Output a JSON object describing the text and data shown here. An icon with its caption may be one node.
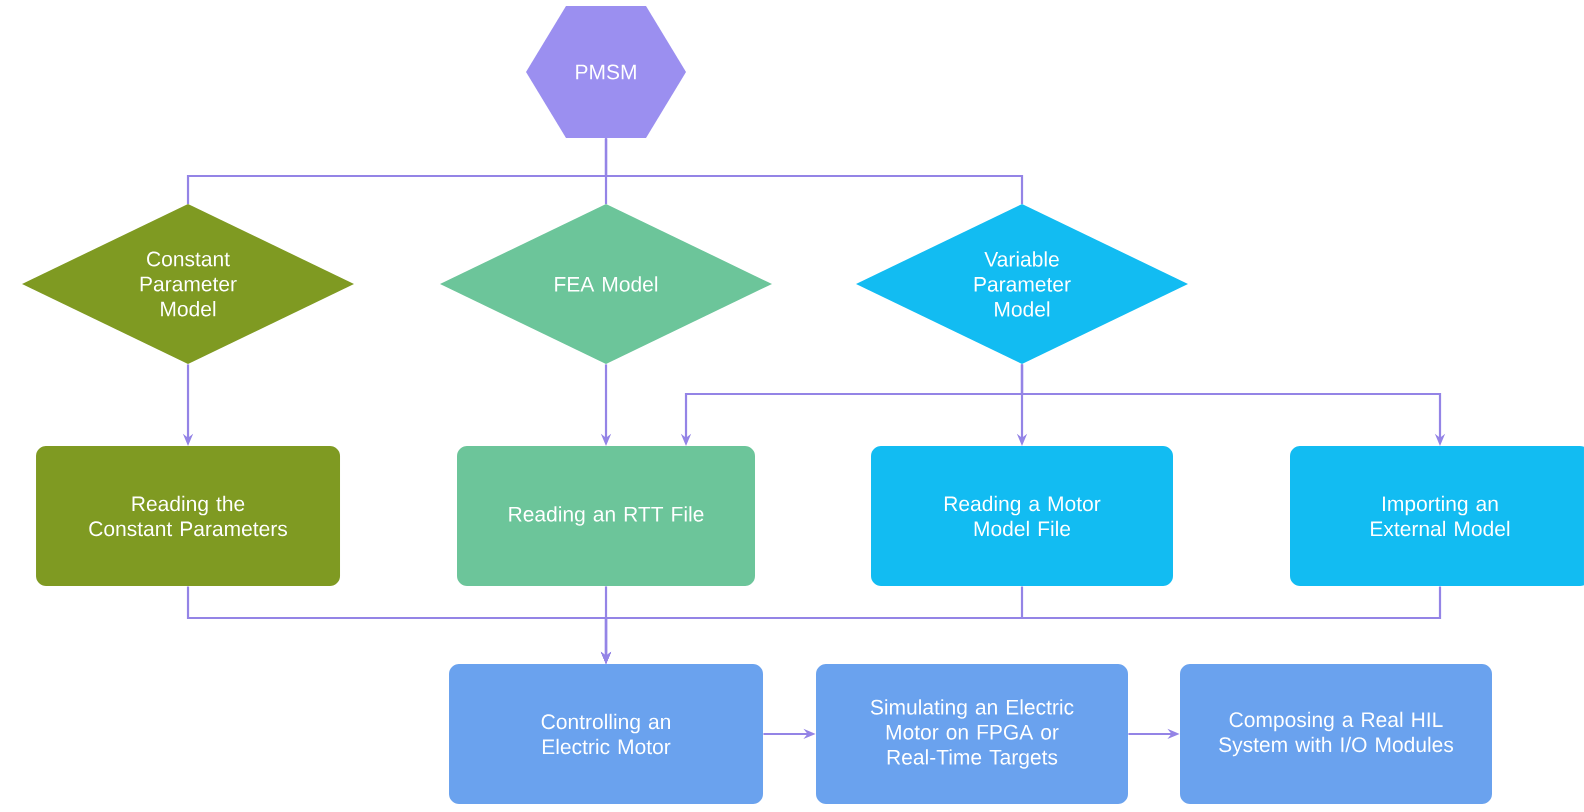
{
  "diagram": {
    "nodes": [
      {
        "text": [
          "PMSM"
        ]
      },
      {
        "text": [
          "Constant Parameter Model"
        ]
      },
      {
        "text": [
          "FEA Model"
        ]
      },
      {
        "text": [
          "Variable Parameter Model"
        ]
      },
      {
        "text": [
          "Reading the Constant Parameters"
        ]
      },
      {
        "text": [
          "Reading an RTT File"
        ]
      },
      {
        "text": [
          "Reading a Motor Model File"
        ]
      },
      {
        "text": [
          "Importing an External Model"
        ]
      },
      {
        "text": [
          "Controlling an Electric Motor"
        ]
      },
      {
        "text": [
          "Simulating an Electric Motor on FPGA or Real-Time Targets"
        ]
      },
      {
        "text": [
          "Composing a Real HIL System with I/O Modules"
        ]
      }
    ],
    "edges": [
      {
        "from": 0,
        "to": 1,
        "arrow": "none"
      },
      {
        "from": 0,
        "to": 2,
        "arrow": "none"
      },
      {
        "from": 0,
        "to": 3,
        "arrow": "none"
      },
      {
        "from": 1,
        "to": 4,
        "arrow": "to"
      },
      {
        "from": 2,
        "to": 5,
        "arrow": "to"
      },
      {
        "from": 3,
        "to": 5,
        "arrow": "to"
      },
      {
        "from": 3,
        "to": 6,
        "arrow": "to"
      },
      {
        "from": 3,
        "to": 7,
        "arrow": "to"
      },
      {
        "from": 4,
        "to": 8,
        "arrow": "to"
      },
      {
        "from": 5,
        "to": 8,
        "arrow": "to"
      },
      {
        "from": 6,
        "to": 8,
        "arrow": "to"
      },
      {
        "from": 7,
        "to": 8,
        "arrow": "to"
      },
      {
        "from": 8,
        "to": 9,
        "arrow": "to"
      },
      {
        "from": 9,
        "to": 10,
        "arrow": "to"
      }
    ]
  }
}
